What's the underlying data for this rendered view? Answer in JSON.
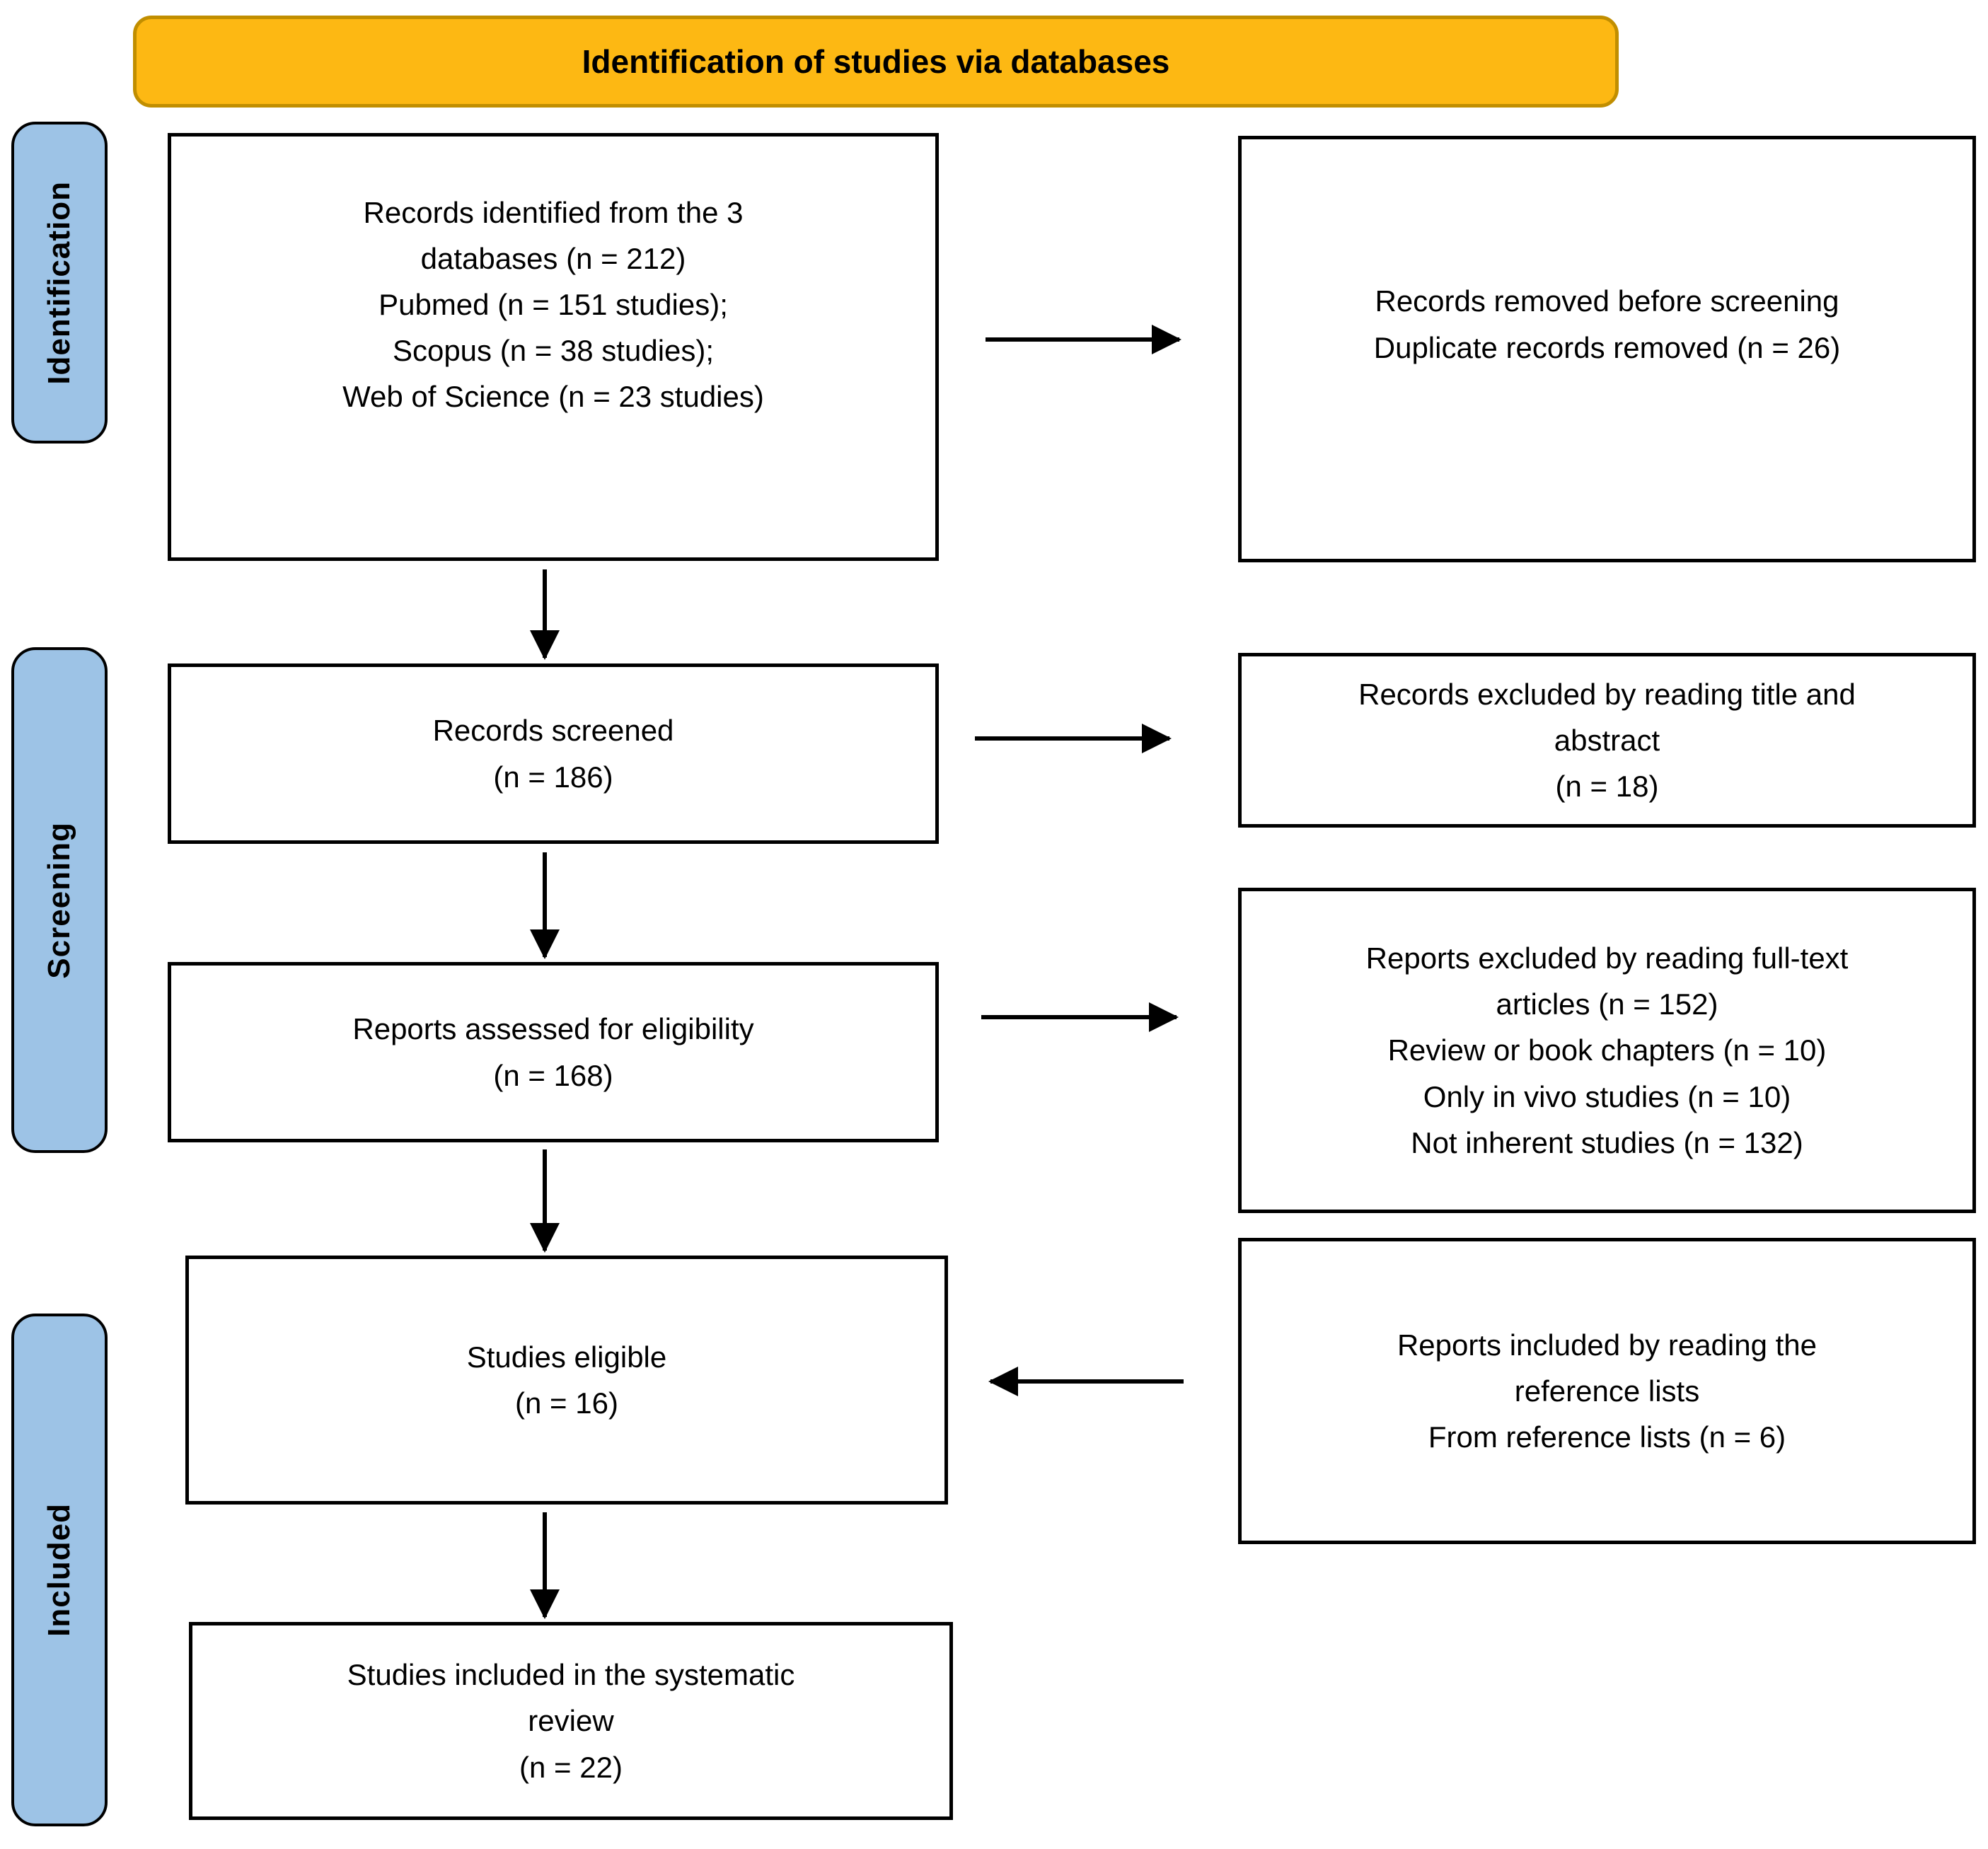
{
  "banner": {
    "title": "Identification of studies via databases"
  },
  "colors": {
    "banner_fill": "#FDB813",
    "banner_border": "#C18E00",
    "stage_fill": "#9DC3E6",
    "outline": "#000000"
  },
  "stages": [
    {
      "label": "Identification"
    },
    {
      "label": "Screening"
    },
    {
      "label": "Included"
    }
  ],
  "boxes": {
    "identified": {
      "lines": [
        "Records identified from the 3",
        "databases (n = 212)",
        "Pubmed (n = 151 studies);",
        "Scopus (n = 38 studies);",
        "Web of Science (n = 23 studies)"
      ]
    },
    "screened": {
      "lines": [
        "Records screened",
        "(n = 186)"
      ]
    },
    "assessed": {
      "lines": [
        "Reports assessed for eligibility",
        "(n = 168)"
      ]
    },
    "eligible": {
      "lines": [
        "Studies eligible",
        "(n = 16)"
      ]
    },
    "included": {
      "lines": [
        "Studies included in the systematic",
        "review",
        "(n = 22)"
      ]
    },
    "removed": {
      "lines": [
        "Records removed before screening",
        "Duplicate records removed (n = 26)"
      ]
    },
    "excluded_title": {
      "lines": [
        "Records excluded by reading title and",
        "abstract",
        "(n = 18)"
      ]
    },
    "excluded_fulltext": {
      "lines": [
        "Reports excluded by reading full-text",
        "articles (n = 152)",
        "Review or book chapters (n = 10)",
        "Only in vivo studies (n = 10)",
        "Not inherent studies (n = 132)"
      ]
    },
    "included_refs": {
      "lines": [
        "Reports included by reading the",
        "reference lists",
        "From reference lists (n = 6)"
      ]
    }
  }
}
